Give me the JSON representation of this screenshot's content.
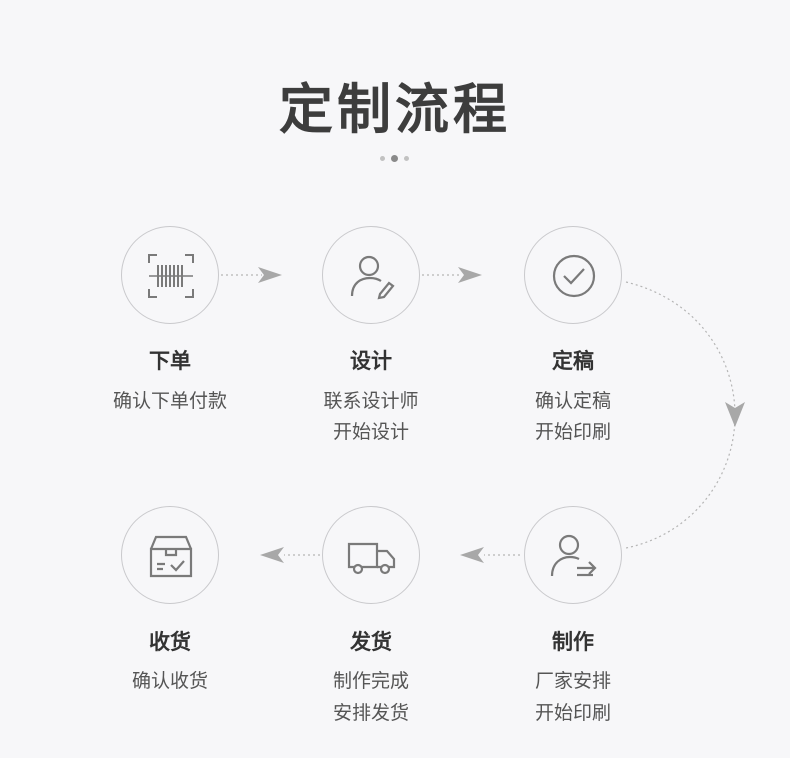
{
  "title": "定制流程",
  "steps": [
    {
      "title": "下单",
      "desc1": "确认下单付款",
      "desc2": "",
      "icon": "barcode-scan-icon"
    },
    {
      "title": "设计",
      "desc1": "联系设计师",
      "desc2": "开始设计",
      "icon": "designer-user-pen-icon"
    },
    {
      "title": "定稿",
      "desc1": "确认定稿",
      "desc2": "开始印刷",
      "icon": "check-circle-icon"
    },
    {
      "title": "制作",
      "desc1": "厂家安排",
      "desc2": "开始印刷",
      "icon": "user-arrow-icon"
    },
    {
      "title": "发货",
      "desc1": "制作完成",
      "desc2": "安排发货",
      "icon": "delivery-truck-icon"
    },
    {
      "title": "收货",
      "desc1": "确认收货",
      "desc2": "",
      "icon": "package-box-icon"
    }
  ],
  "colors": {
    "background": "#f7f7f9",
    "title": "#3d3d3d",
    "icon": "#7a7a7a",
    "arrow": "#a8a8a8"
  }
}
